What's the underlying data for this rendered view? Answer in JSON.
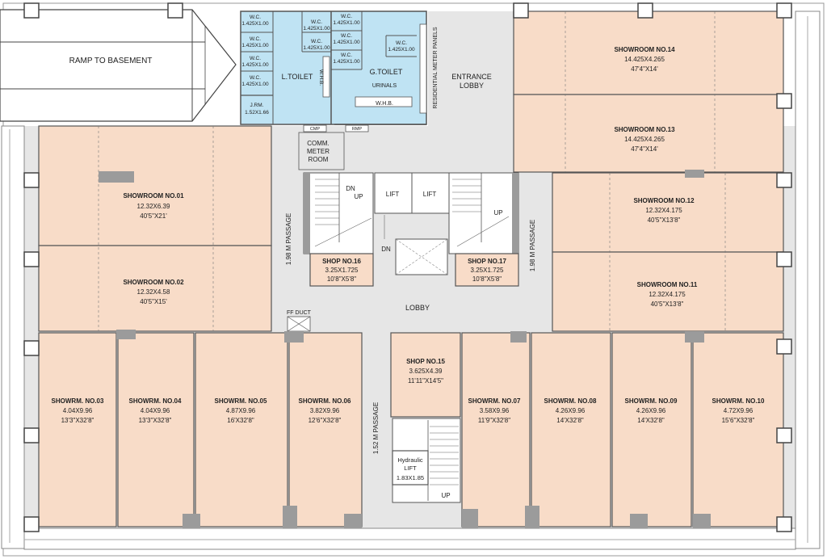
{
  "colors": {
    "showroom_fill": "#f8dcc8",
    "toilet_fill": "#bfe3f3",
    "common_fill": "#e6e6e6",
    "wall": "#555555",
    "column": "#9b9b9b",
    "white": "#ffffff"
  },
  "ramp": {
    "label": "RAMP TO BASEMENT"
  },
  "entrance": {
    "line1": "ENTRANCE",
    "line2": "LOBBY"
  },
  "meter_panels": {
    "label": "RESIDENTIAL METER PANELS"
  },
  "comm_meter": {
    "line1": "COMM.",
    "line2": "METER",
    "line3": "ROOM"
  },
  "ff_duct": {
    "label": "FF DUCT"
  },
  "lobby": {
    "label": "LOBBY"
  },
  "passages": {
    "left": "1.98 M PASSAGE",
    "right": "1.98 M PASSAGE",
    "center": "1.52 M PASSAGE"
  },
  "lifts": {
    "lift1": "LIFT",
    "lift2": "LIFT"
  },
  "stairs": {
    "dn": "DN",
    "up": "UP",
    "dn2": "DN",
    "up2": "UP",
    "up3": "UP"
  },
  "hydraulic": {
    "line1": "Hydraulic",
    "line2": "LIFT",
    "line3": "1.83X1.85"
  },
  "toilets": {
    "wc_label": "W.C.",
    "wc_size": "1.425X1.00",
    "l_toilet": "L.TOILET",
    "g_toilet": "G.TOILET",
    "whb_vertical": "W.H.B.",
    "urinals": "URINALS",
    "whb": "W.H.B.",
    "jrm_label": "J.RM.",
    "jrm_size": "1.52X1.66",
    "cmp": "CMP",
    "rmp": "RMP"
  },
  "showrooms": [
    {
      "id": "sr14",
      "name": "SHOWROOM NO.14",
      "size_m": "14.425X4.265",
      "size_ft": "47'4\"X14'"
    },
    {
      "id": "sr13",
      "name": "SHOWROOM NO.13",
      "size_m": "14.425X4.265",
      "size_ft": "47'4\"X14'"
    },
    {
      "id": "sr12",
      "name": "SHOWROOM NO.12",
      "size_m": "12.32X4.175",
      "size_ft": "40'5\"X13'8\""
    },
    {
      "id": "sr11",
      "name": "SHOWROOM NO.11",
      "size_m": "12.32X4.175",
      "size_ft": "40'5\"X13'8\""
    },
    {
      "id": "sr01",
      "name": "SHOWROOM NO.01",
      "size_m": "12.32X6.39",
      "size_ft": "40'5\"X21'"
    },
    {
      "id": "sr02",
      "name": "SHOWROOM NO.02",
      "size_m": "12.32X4.58",
      "size_ft": "40'5\"X15'"
    },
    {
      "id": "sr03",
      "name": "SHOWRM. NO.03",
      "size_m": "4.04X9.96",
      "size_ft": "13'3\"X32'8\""
    },
    {
      "id": "sr04",
      "name": "SHOWRM. NO.04",
      "size_m": "4.04X9.96",
      "size_ft": "13'3\"X32'8\""
    },
    {
      "id": "sr05",
      "name": "SHOWRM. NO.05",
      "size_m": "4.87X9.96",
      "size_ft": "16'X32'8\""
    },
    {
      "id": "sr06",
      "name": "SHOWRM. NO.06",
      "size_m": "3.82X9.96",
      "size_ft": "12'6\"X32'8\""
    },
    {
      "id": "sr07",
      "name": "SHOWRM. NO.07",
      "size_m": "3.58X9.96",
      "size_ft": "11'9\"X32'8\""
    },
    {
      "id": "sr08",
      "name": "SHOWRM. NO.08",
      "size_m": "4.26X9.96",
      "size_ft": "14'X32'8\""
    },
    {
      "id": "sr09",
      "name": "SHOWRM. NO.09",
      "size_m": "4.26X9.96",
      "size_ft": "14'X32'8\""
    },
    {
      "id": "sr10",
      "name": "SHOWRM. NO.10",
      "size_m": "4.72X9.96",
      "size_ft": "15'6\"X32'8\""
    },
    {
      "id": "shop15",
      "name": "SHOP NO.15",
      "size_m": "3.625X4.39",
      "size_ft": "11'11\"X14'5\""
    },
    {
      "id": "shop16",
      "name": "SHOP NO.16",
      "size_m": "3.25X1.725",
      "size_ft": "10'8\"X5'8\""
    },
    {
      "id": "shop17",
      "name": "SHOP NO.17",
      "size_m": "3.25X1.725",
      "size_ft": "10'8\"X5'8\""
    }
  ]
}
